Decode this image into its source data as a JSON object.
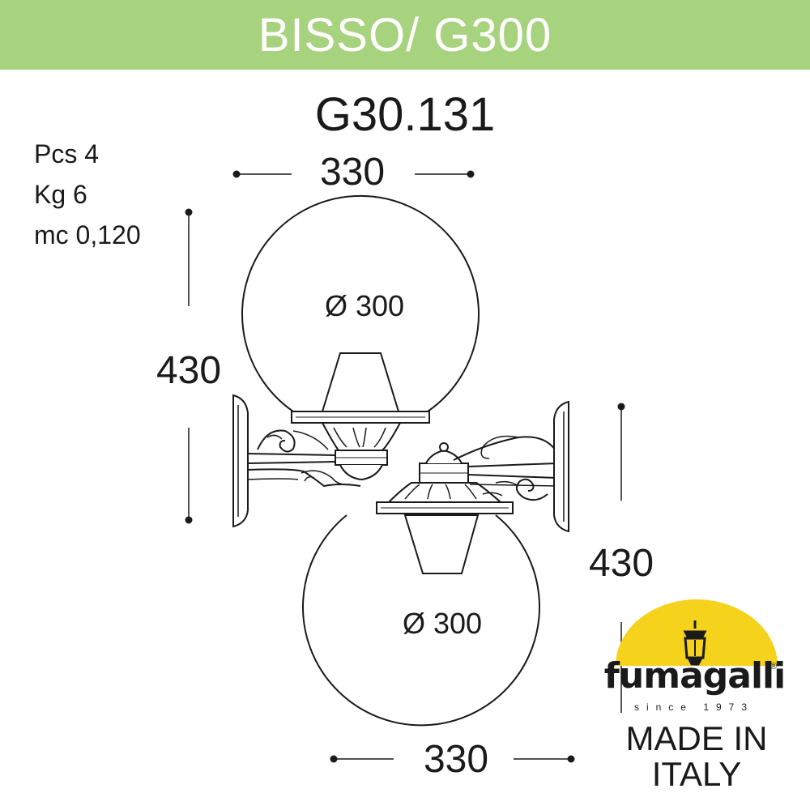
{
  "header": {
    "title": "BISSO/ G300"
  },
  "model": {
    "code": "G30.131"
  },
  "specs": {
    "pcs": "Pcs 4",
    "kg": "Kg 6",
    "mc": "mc 0,120"
  },
  "dimensions": {
    "top_width": "330",
    "left_height": "430",
    "right_height": "430",
    "bottom_width": "330",
    "upper_globe_diameter": "Ø 300",
    "lower_globe_diameter": "Ø 300"
  },
  "logo": {
    "brand": "fumagalli",
    "registered": "®",
    "since": "since 1973",
    "made_in_line1": "MADE IN",
    "made_in_line2": "ITALY",
    "colors": {
      "sun": "#f5d21c",
      "text": "#1a1a1a"
    }
  },
  "colors": {
    "banner": "#a8d37e",
    "line": "#1a1a1a"
  }
}
